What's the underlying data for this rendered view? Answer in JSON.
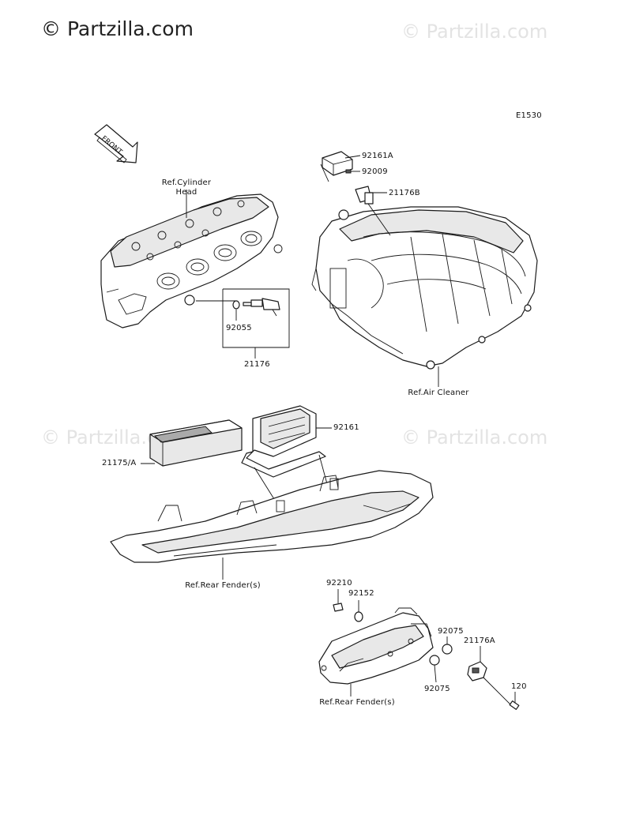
{
  "watermarks": {
    "main": "© Partzilla.com",
    "repeat": "© Partzilla.com"
  },
  "diagram_code": "E1530",
  "front_arrow": "FRONT",
  "labels": {
    "ref_cylinder_head_line1": "Ref.Cylinder",
    "ref_cylinder_head_line2": "Head",
    "p92161A": "92161A",
    "p92009": "92009",
    "p21176B": "21176B",
    "p92055": "92055",
    "p21176": "21176",
    "ref_air_cleaner": "Ref.Air Cleaner",
    "p92161": "92161",
    "p21175A": "21175/A",
    "ref_rear_fender_1": "Ref.Rear Fender(s)",
    "p92210": "92210",
    "p92152": "92152",
    "p92075_top": "92075",
    "p21176A": "21176A",
    "p92075_bottom": "92075",
    "p120": "120",
    "ref_rear_fender_2": "Ref.Rear Fender(s)"
  }
}
